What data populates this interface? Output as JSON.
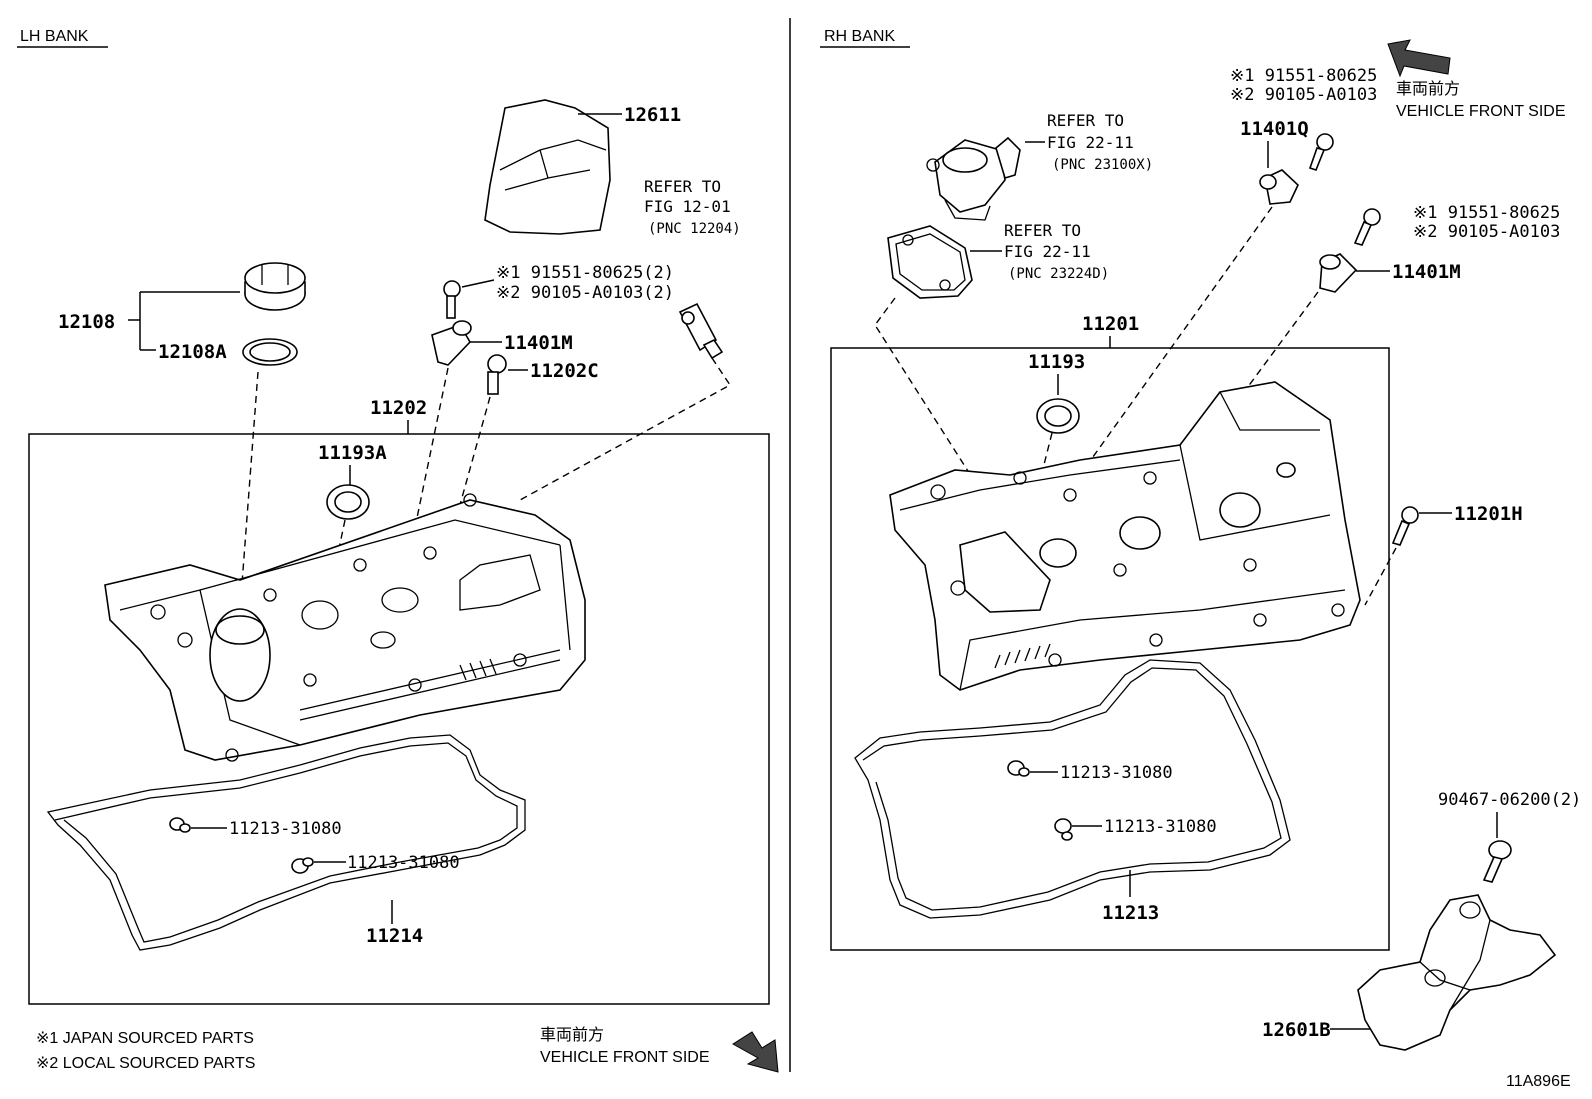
{
  "banks": {
    "lh": "LH BANK",
    "rh": "RH BANK"
  },
  "front": {
    "jp": "車両前方",
    "en": "VEHICLE FRONT SIDE"
  },
  "notes": {
    "n1": "※1 JAPAN SOURCED PARTS",
    "n2": "※2 LOCAL SOURCED PARTS"
  },
  "figure_id": "11A896E",
  "lh": {
    "p12611": "12611",
    "ref_a1": "REFER TO",
    "ref_a2": "FIG 12-01",
    "ref_a3": "(PNC 12204)",
    "bolt1": "※1 91551-80625(2)",
    "bolt2": "※2 90105-A0103(2)",
    "p12108": "12108",
    "p12108a": "12108A",
    "p11401m": "11401M",
    "p11202c": "11202C",
    "p11202": "11202",
    "p11193a": "11193A",
    "p11213a": "11213-31080",
    "p11213b": "11213-31080",
    "p11214": "11214"
  },
  "rh": {
    "ref_b1": "REFER TO",
    "ref_b2": "FIG 22-11",
    "ref_b3": "(PNC 23100X)",
    "ref_c1": "REFER TO",
    "ref_c2": "FIG 22-11",
    "ref_c3": "(PNC 23224D)",
    "boltq1": "※1 91551-80625",
    "boltq2": "※2 90105-A0103",
    "p11401q": "11401Q",
    "boltm1": "※1 91551-80625",
    "boltm2": "※2 90105-A0103",
    "p11401m": "11401M",
    "p11201": "11201",
    "p11193": "11193",
    "p11201h": "11201H",
    "p11213a": "11213-31080",
    "p11213b": "11213-31080",
    "p11213": "11213",
    "p90467": "90467-06200(2)",
    "p12601b": "12601B"
  }
}
